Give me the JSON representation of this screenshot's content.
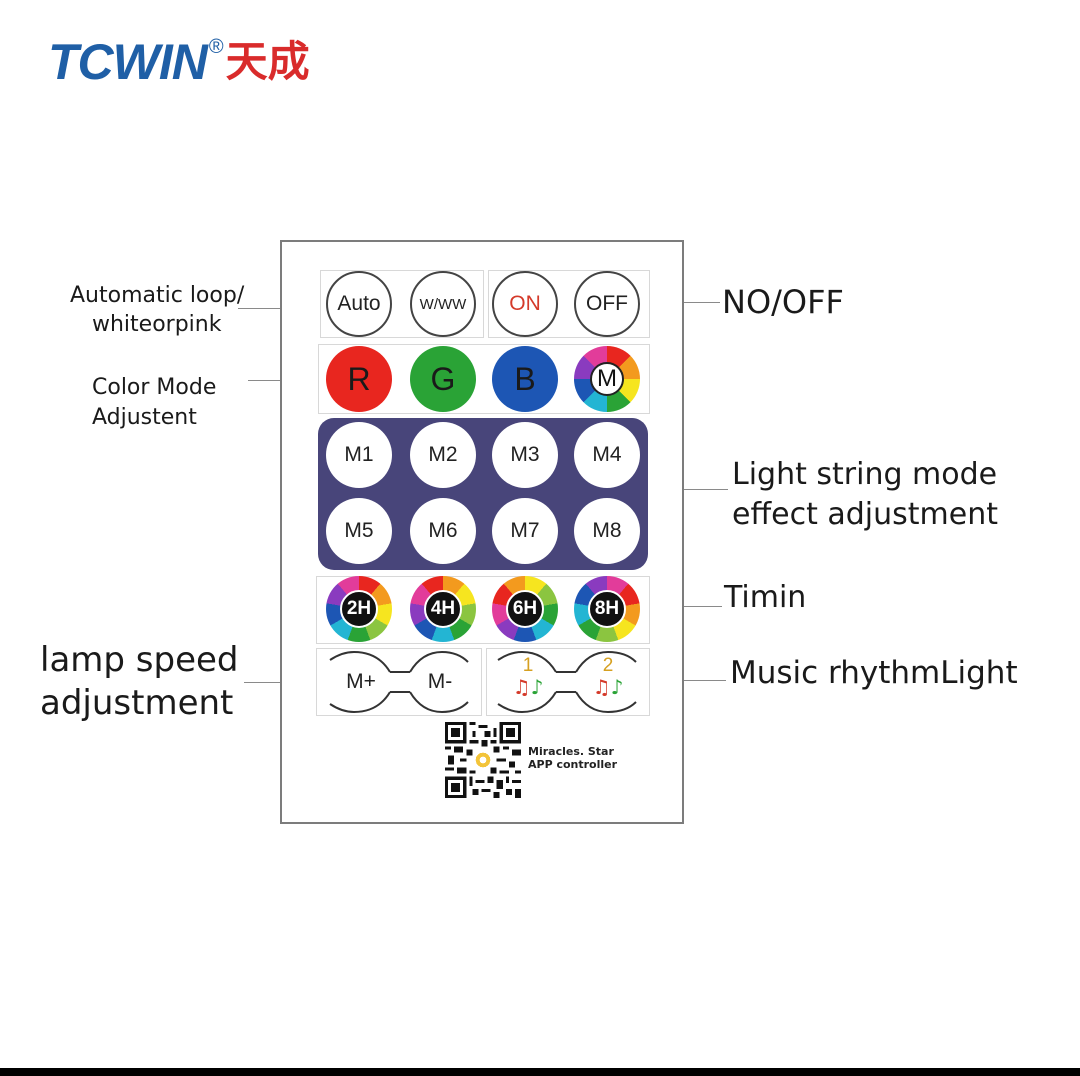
{
  "logo": {
    "en": "TCWIN",
    "reg": "®",
    "cn": "天成"
  },
  "labels": {
    "auto_loop_1": "Automatic loop/",
    "auto_loop_2": "whiteorpink",
    "color_mode_1": "Color Mode",
    "color_mode_2": "Adjustent",
    "lamp_speed_1": "lamp speed",
    "lamp_speed_2": "adjustment",
    "no_off": "NO/OFF",
    "light_string_1": "Light string mode",
    "light_string_2": "effect adjustment",
    "timin": "Timin",
    "music": "Music rhythmLight"
  },
  "buttons": {
    "auto": "Auto",
    "www": "W/WW",
    "on": "ON",
    "off": "OFF",
    "r": "R",
    "g": "G",
    "b": "B",
    "m": "M",
    "modes": [
      "M1",
      "M2",
      "M3",
      "M4",
      "M5",
      "M6",
      "M7",
      "M8"
    ],
    "timers": [
      "2H",
      "4H",
      "6H",
      "8H"
    ],
    "speed_up": "M+",
    "speed_down": "M-",
    "music_1": "1",
    "music_2": "2"
  },
  "colors": {
    "red": "#e8261f",
    "green": "#2aa336",
    "blue": "#1d56b4",
    "panel": "#48457a"
  },
  "qr": {
    "line1": "Miracles. Star",
    "line2": "APP controller"
  }
}
